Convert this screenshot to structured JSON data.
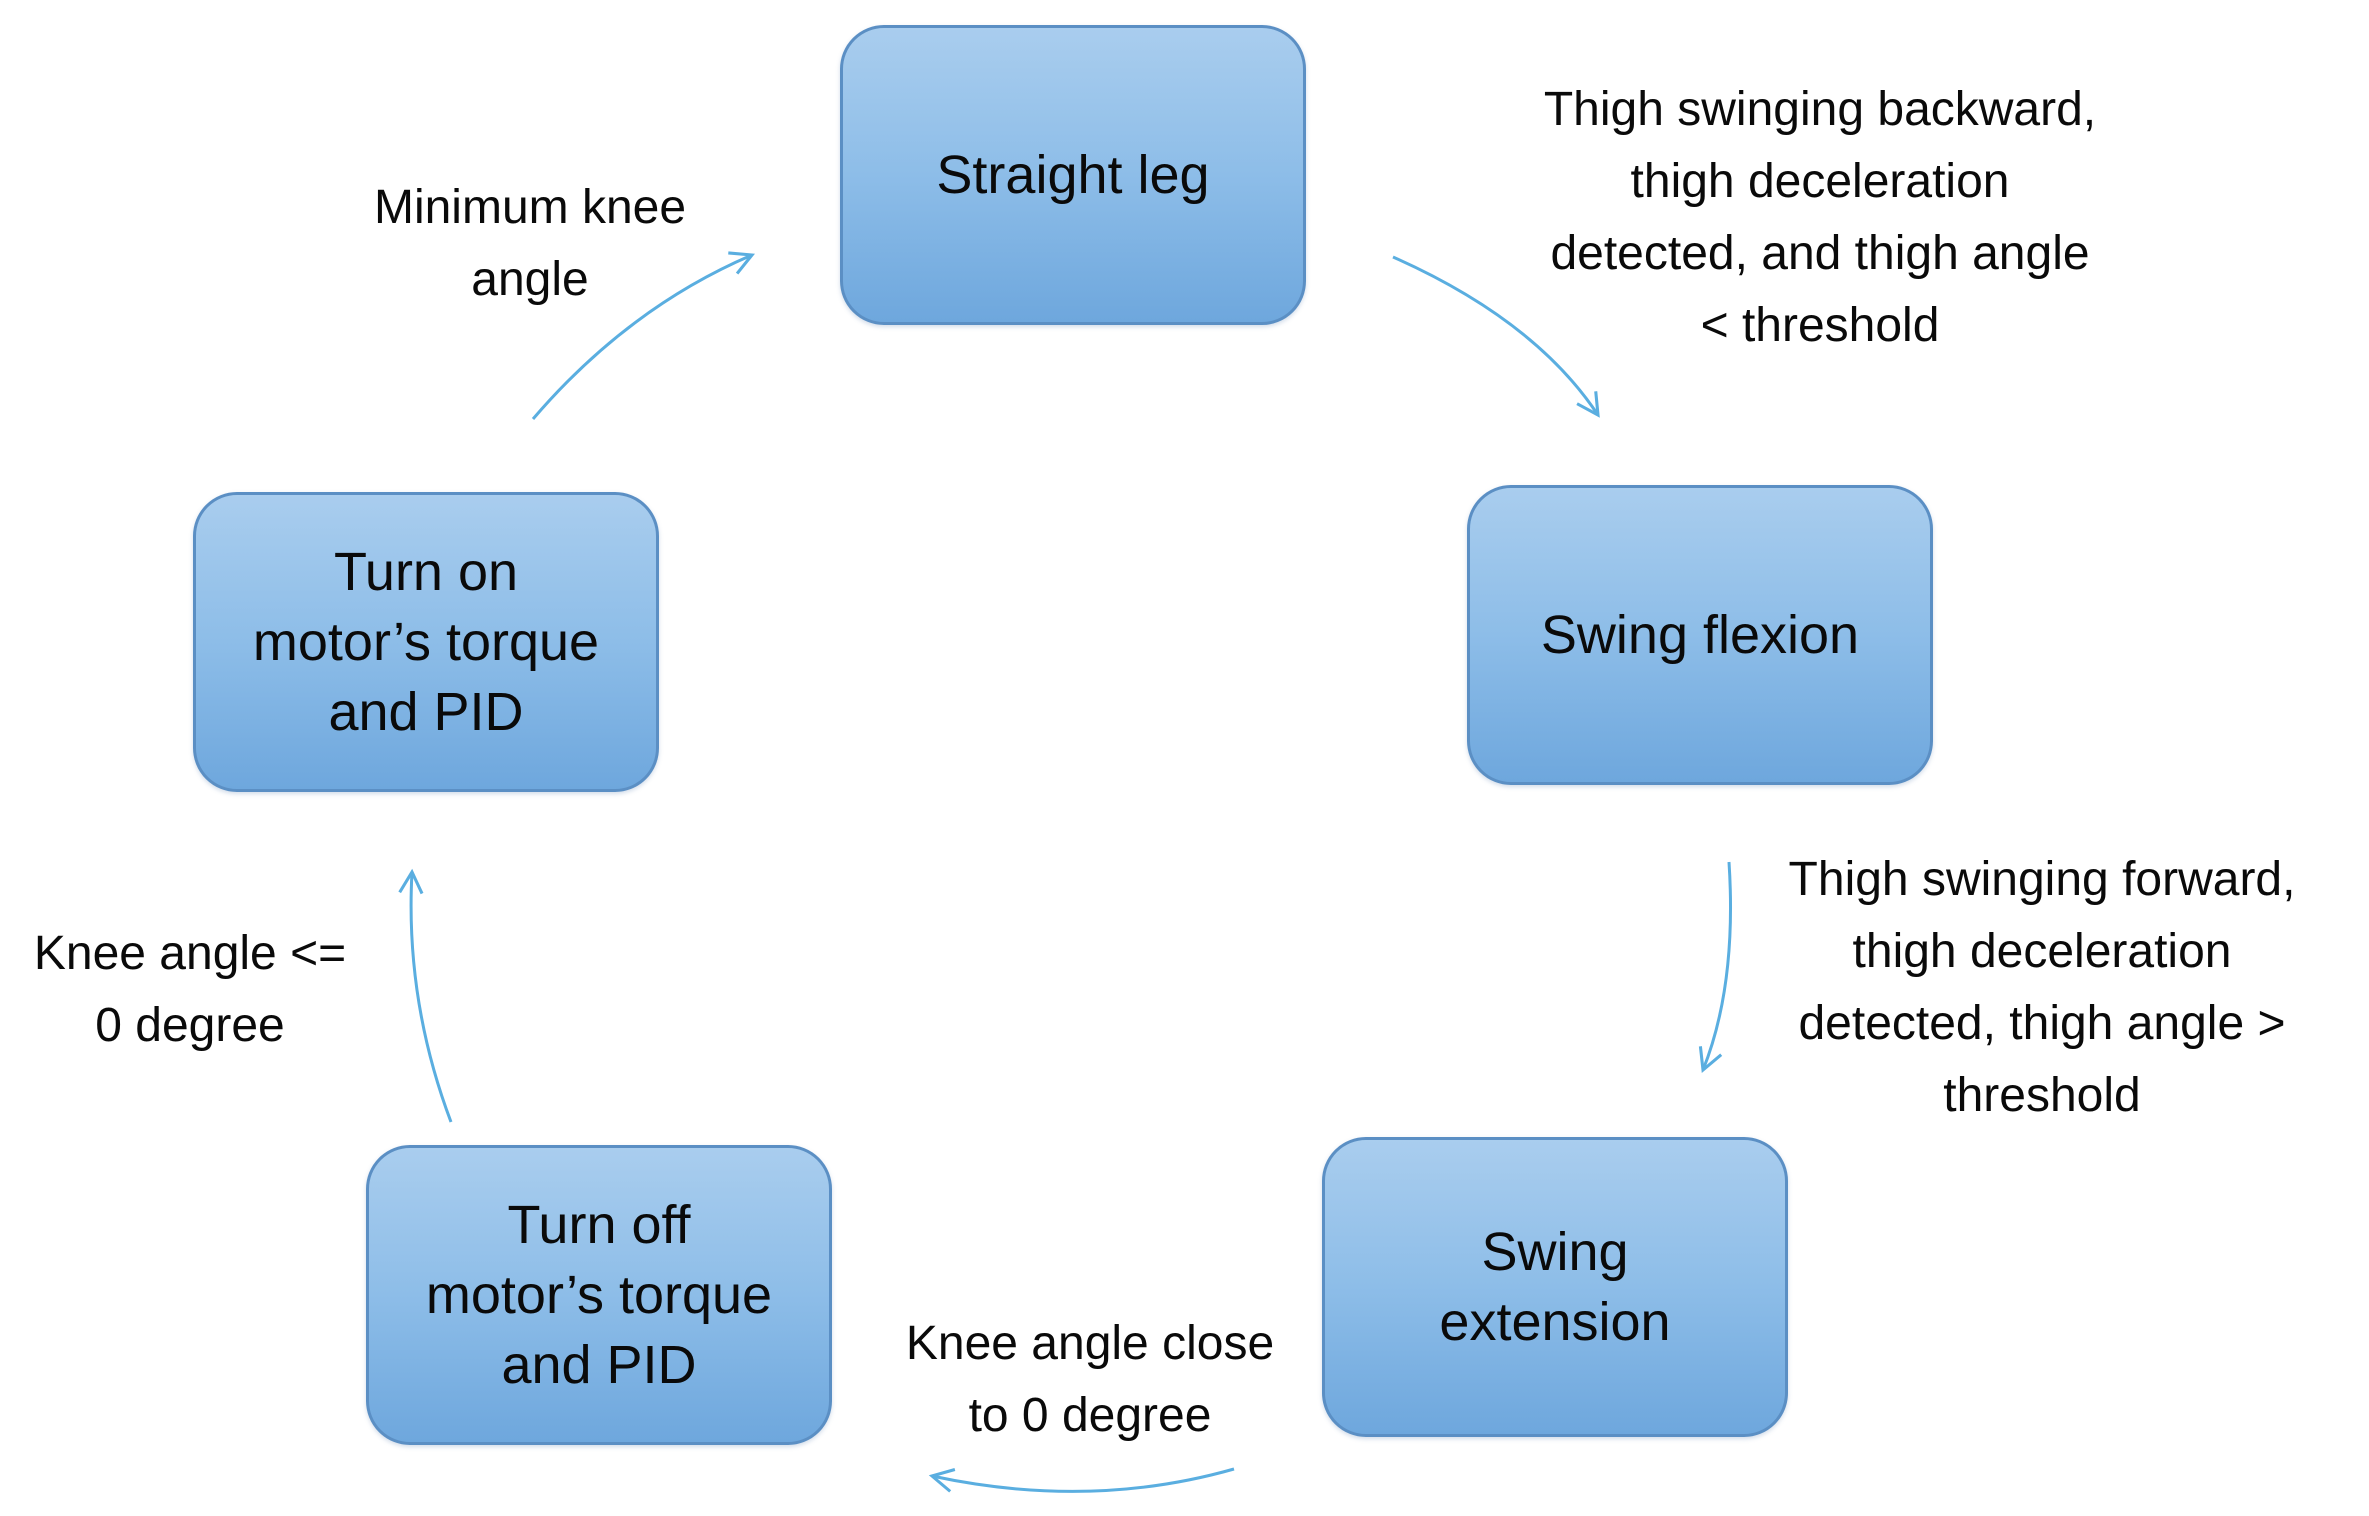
{
  "states": {
    "straight_leg": "Straight leg",
    "swing_flexion": "Swing flexion",
    "swing_extension": "Swing\nextension",
    "turn_off": "Turn off\nmotor’s torque\nand PID",
    "turn_on": "Turn on\nmotor’s torque\nand PID"
  },
  "transitions": {
    "straight_to_flexion": "Thigh swinging backward,\nthigh deceleration\ndetected, and thigh angle\n< threshold",
    "flexion_to_extension": "Thigh swinging forward,\nthigh deceleration\ndetected,  thigh angle >\nthreshold",
    "extension_to_off": "Knee angle close\nto 0 degree",
    "off_to_on": "Knee angle <=\n0 degree",
    "on_to_straight": "Minimum knee\nangle"
  },
  "colors": {
    "box_fill_top": "#a9cdee",
    "box_fill_bottom": "#6ea7dd",
    "box_border": "#5b8fc4",
    "arrow": "#5aaee0"
  }
}
